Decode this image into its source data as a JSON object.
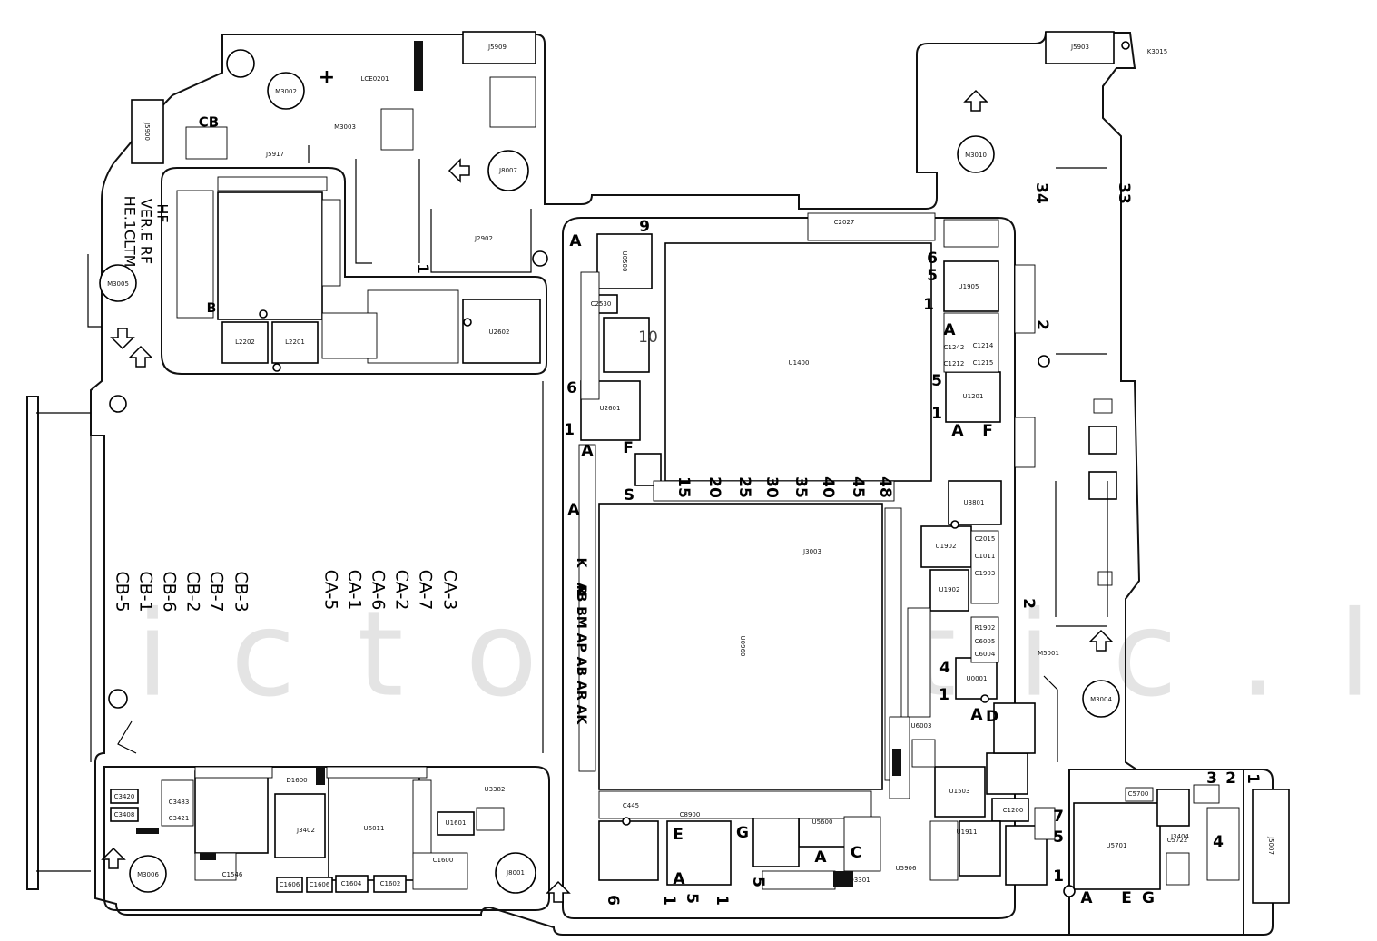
{
  "header": {
    "version_line1": "VER.E RF",
    "version_line2": "HE.1CLTM",
    "hf": "HF"
  },
  "watermark": "ictomatic.le",
  "chip_labels": {
    "u1400": "U1400",
    "j3003": "J3003",
    "u0960": "U0960",
    "u5701": "U5701",
    "u1905": "U1905",
    "u1201": "U1201",
    "u3801": "U3801",
    "u1902a": "U1902",
    "u1902b": "U1902",
    "u0001": "U0001",
    "u1503": "U1503",
    "u2602": "U2602",
    "u2601": "U2601",
    "u1601": "U1601",
    "u3382": "U3382",
    "u5600": "U5600",
    "u5906": "U5906",
    "u6003": "U6003",
    "u0500": "U0500",
    "l2202": "L2202",
    "l2201": "L2201",
    "c2530": "C2530",
    "lce0201": "LCE0201",
    "m3003": "M3003",
    "j5917": "J5917",
    "j2902": "J2902",
    "j3402": "J3402",
    "j3404": "J3404",
    "d1600": "D1600",
    "d3301": "D3301",
    "c3420": "C3420",
    "c3408": "C3408",
    "c3421": "C3421",
    "c3483": "C3483",
    "c1546": "C1546",
    "c1604": "C1604",
    "c1602": "C1602",
    "c1606a": "C1606",
    "c1606b": "C1606",
    "c1600": "C1600",
    "c1242": "C1242",
    "c1214": "C1214",
    "c1212": "C1212",
    "c1215": "C1215",
    "c2015": "C2015",
    "c1011": "C1011",
    "c1903": "C1903",
    "r1902": "R1902",
    "c6005": "C6005",
    "c6004": "C6004",
    "c5700": "C5700",
    "c5722": "C5722",
    "c1200": "C1200",
    "c2027": "C2027",
    "u1911": "U1911",
    "m5001": "M5001",
    "k3015": "K3015",
    "c445": "C445",
    "c8900": "C8900",
    "u6011": "U6011"
  },
  "connectors": {
    "j5909": "J5909",
    "j5903": "J5903",
    "j5900": "J5900",
    "j8007": "J8007",
    "j8001": "J8001",
    "j5007": "J5007"
  },
  "holes": {
    "m3002": "M3002",
    "m3005": "M3005",
    "m3006": "M3006",
    "m3010": "M3010",
    "m3004": "M3004"
  },
  "markers": {
    "n34": "34",
    "n33": "33",
    "n9": "9",
    "n6a": "6",
    "n5a": "5",
    "n1a": "1",
    "n2a": "2",
    "n5b": "5",
    "n1b": "1",
    "n6b": "6",
    "n1c": "1",
    "n2b": "2",
    "n4a": "4",
    "n1d": "1",
    "n7": "7",
    "n5c": "5",
    "n1e": "1",
    "n3": "3",
    "n2c": "2",
    "n1f": "1",
    "n6c": "6",
    "n5d": "5",
    "n1g": "1",
    "n5e": "5",
    "n4b": "4",
    "n1h": "1",
    "n1i": "1",
    "a1": "A",
    "a2": "A",
    "a3": "A",
    "a4": "A",
    "a5": "A",
    "a6": "A",
    "a7": "A",
    "e1": "E",
    "e2": "E",
    "f1": "F",
    "f2": "F",
    "g1": "G",
    "g2": "G",
    "d1": "D",
    "c1": "C",
    "plus": "+",
    "cb_top": "CB",
    "n10": "10",
    "v_labels": "AB BM AP AB AR AK",
    "k1": "K",
    "s1": "S",
    "b1": "B",
    "rf": "R"
  },
  "ca_cb": {
    "col1": [
      "CA-3",
      "CA-7",
      "CA-2",
      "CA-6",
      "CA-1",
      "CA-5"
    ],
    "col2": [
      "CB-3",
      "CB-7",
      "CB-2",
      "CB-6",
      "CB-1",
      "CB-5"
    ]
  },
  "top_row_numbers": [
    "15",
    "20",
    "25",
    "30",
    "35",
    "40",
    "45",
    "48"
  ]
}
